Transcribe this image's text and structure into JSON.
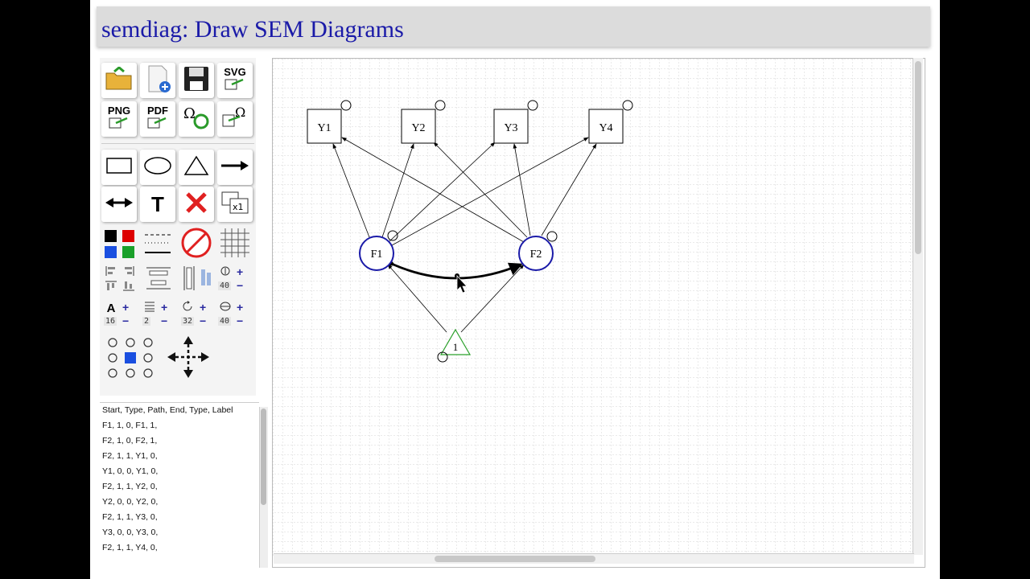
{
  "app": {
    "title": "semdiag: Draw SEM Diagrams"
  },
  "toolbar": {
    "svg_label": "SVG",
    "png_label": "PNG",
    "pdf_label": "PDF",
    "text_tool_label": "T",
    "font_tool_label": "A",
    "line_width_value": "40",
    "font_size_value": "16",
    "line_spacing_value": "2",
    "rotate_value": "32",
    "ellipse_value": "40",
    "colors": [
      "#000000",
      "#dd0000",
      "#1a4fe0",
      "#1aa02a"
    ]
  },
  "diagram": {
    "observed": [
      "Y1",
      "Y2",
      "Y3",
      "Y4"
    ],
    "latent": [
      "F1",
      "F2"
    ],
    "constant": "1"
  },
  "path_table": {
    "header": "Start, Type, Path, End, Type, Label",
    "rows": [
      "F1, 1, 0, F1, 1,",
      "F2, 1, 0, F2, 1,",
      "F2, 1, 1, Y1, 0,",
      "Y1, 0, 0, Y1, 0,",
      "F2, 1, 1, Y2, 0,",
      "Y2, 0, 0, Y2, 0,",
      "F2, 1, 1, Y3, 0,",
      "Y3, 0, 0, Y3, 0,",
      "F2, 1, 1, Y4, 0,"
    ]
  }
}
